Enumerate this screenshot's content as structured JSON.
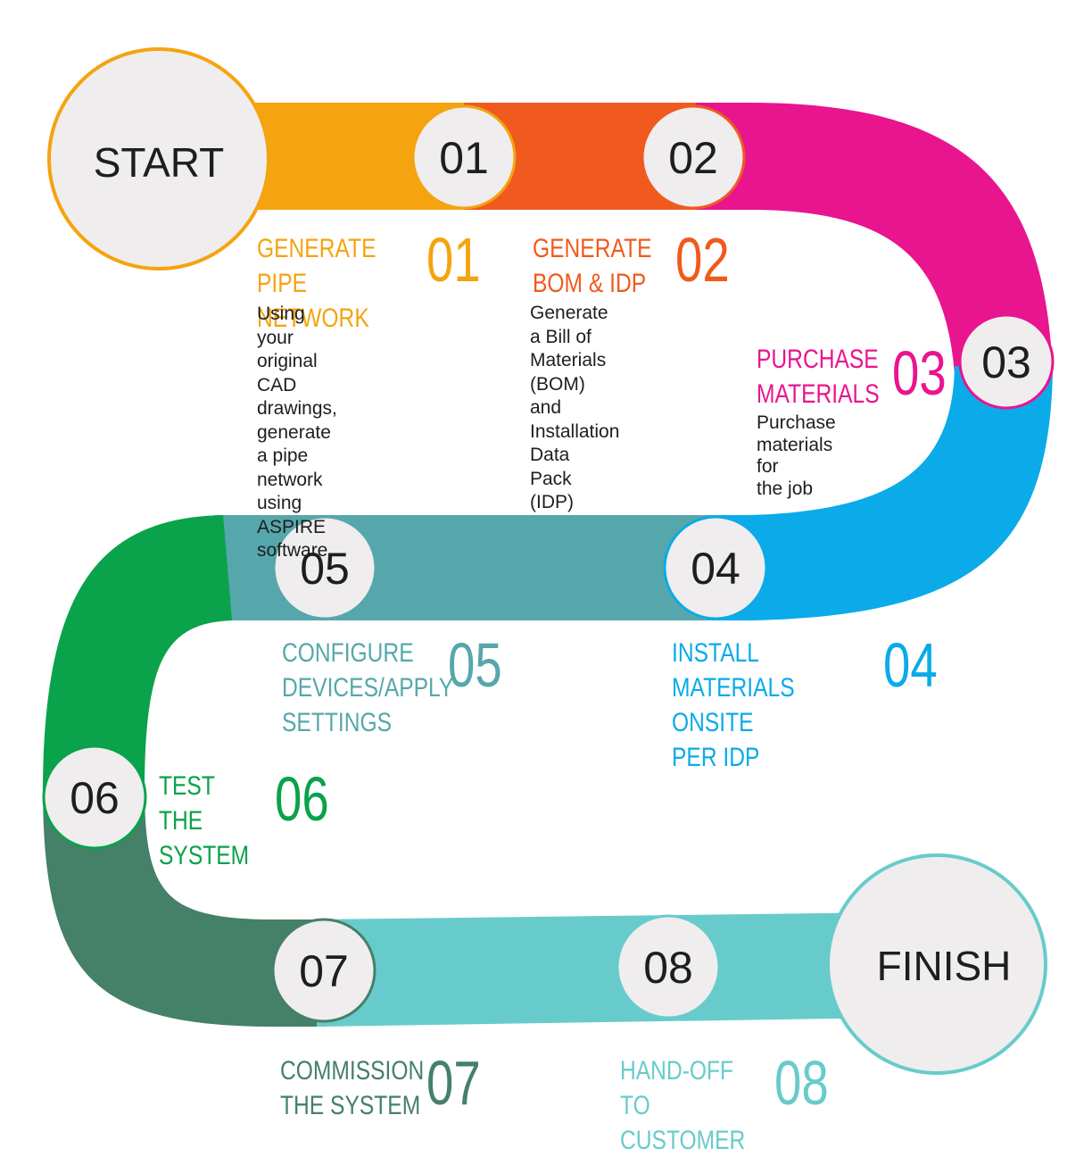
{
  "start_label": "START",
  "finish_label": "FINISH",
  "nodes": [
    "01",
    "02",
    "03",
    "04",
    "05",
    "06",
    "07",
    "08"
  ],
  "steps": [
    {
      "number": "01",
      "title": "GENERATE PIPE\nNETWORK",
      "description": "Using your original\nCAD drawings,\ngenerate a pipe\nnetwork using\nASPIRE software.",
      "color": "#f5a30f"
    },
    {
      "number": "02",
      "title": "GENERATE\nBOM & IDP",
      "description": "Generate a Bill of\nMaterials (BOM) and\nInstallation Data\nPack (IDP)",
      "color": "#f05a1e"
    },
    {
      "number": "03",
      "title": "PURCHASE\nMATERIALS",
      "description": "Purchase\nmaterials for\nthe job",
      "color": "#e8158f"
    },
    {
      "number": "04",
      "title": "INSTALL MATERIALS\nONSITE PER IDP",
      "description": "",
      "color": "#0aabe8"
    },
    {
      "number": "05",
      "title": "CONFIGURE\nDEVICES/APPLY\nSETTINGS",
      "description": "",
      "color": "#56a7ab"
    },
    {
      "number": "06",
      "title": "TEST THE\nSYSTEM",
      "description": "",
      "color": "#0aa24a"
    },
    {
      "number": "07",
      "title": "COMMISSION\nTHE SYSTEM",
      "description": "",
      "color": "#458069"
    },
    {
      "number": "08",
      "title": "HAND-OFF\nTO CUSTOMER",
      "description": "",
      "color": "#67cbcb"
    }
  ],
  "colors": {
    "start_ring": "#f5a30f",
    "finish_ring": "#67cbcb",
    "circle_fill": "#efedee"
  }
}
